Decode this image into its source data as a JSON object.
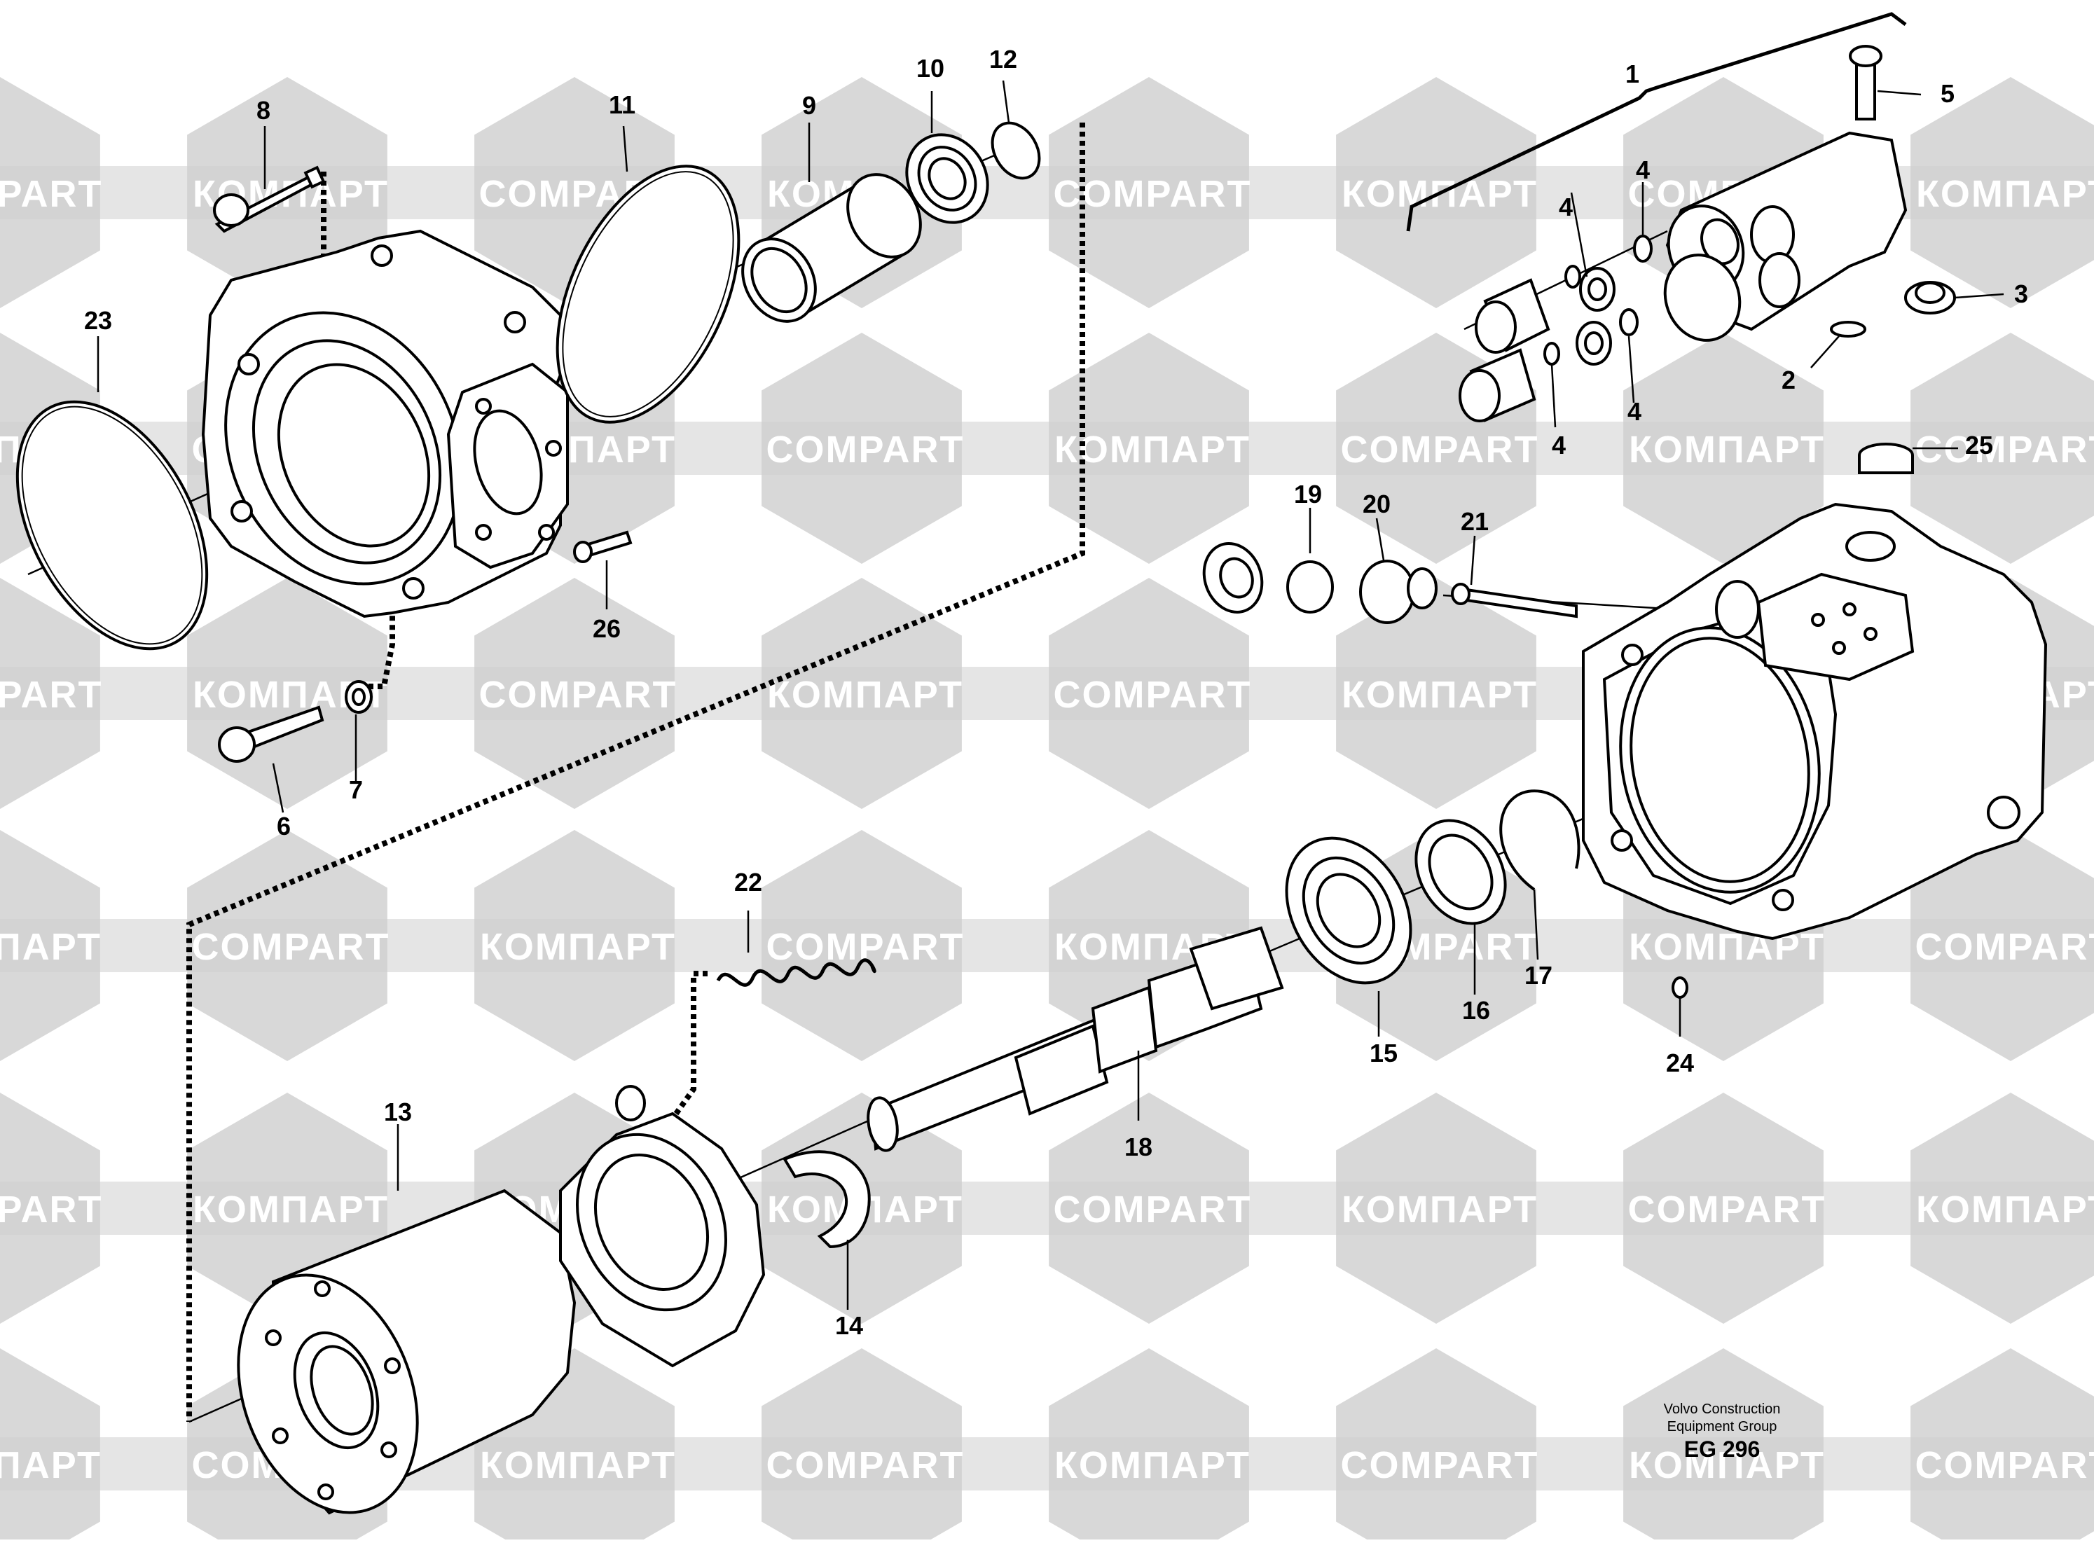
{
  "watermark": {
    "latin": "COMPART",
    "cyrillic": "КОМПАРТ",
    "hex_color": "#d8d8d8",
    "bar_color": "#cfcfcf"
  },
  "caption": {
    "line1": "Volvo Construction",
    "line2": "Equipment Group",
    "code": "EG 296"
  },
  "callouts": [
    "1",
    "2",
    "3",
    "4",
    "4",
    "4",
    "4",
    "5",
    "6",
    "7",
    "8",
    "9",
    "10",
    "11",
    "12",
    "13",
    "14",
    "15",
    "16",
    "17",
    "18",
    "19",
    "20",
    "21",
    "22",
    "23",
    "24",
    "25",
    "26"
  ]
}
